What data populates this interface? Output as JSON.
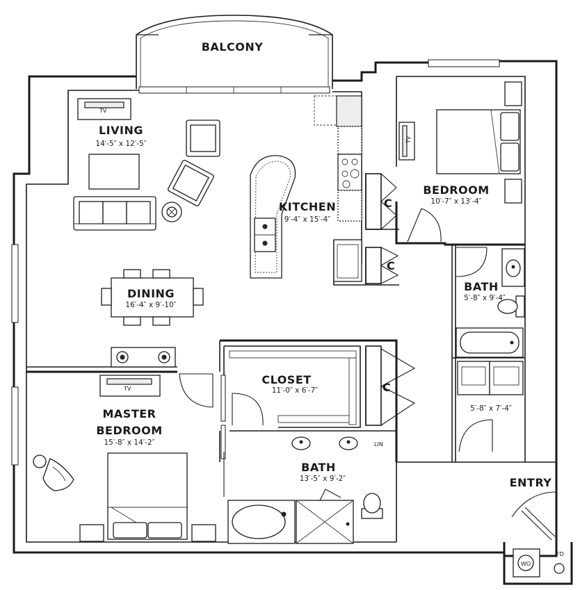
{
  "rooms": {
    "balcony": {
      "name": "BALCONY"
    },
    "living": {
      "name": "LIVING",
      "dims": "14′-5″ x 12′-5″"
    },
    "kitchen": {
      "name": "KITCHEN",
      "dims": "9′-4″ x 15′-4″"
    },
    "dining": {
      "name": "DINING",
      "dims": "16′-4″ x 9′-10″"
    },
    "bedroom": {
      "name": "BEDROOM",
      "dims": "10′-7″ x 13′-4″"
    },
    "bath2": {
      "name": "BATH",
      "dims": "5′-8″ x 9′-4″"
    },
    "laundry": {
      "dims": "5′-8″ x 7′-4″"
    },
    "closet": {
      "name": "CLOSET",
      "dims": "11′-0″ x 6′-7″"
    },
    "master": {
      "name_line1": "MASTER",
      "name_line2": "BEDROOM",
      "dims": "15′-8″ x 14′-2″"
    },
    "master_bath": {
      "name": "BATH",
      "dims": "13′-5″ x 9′-2″"
    },
    "entry": {
      "name": "ENTRY"
    }
  },
  "labels": {
    "closet_c": "C",
    "linen": "LIN",
    "tv": "TV",
    "fd": "FD"
  }
}
